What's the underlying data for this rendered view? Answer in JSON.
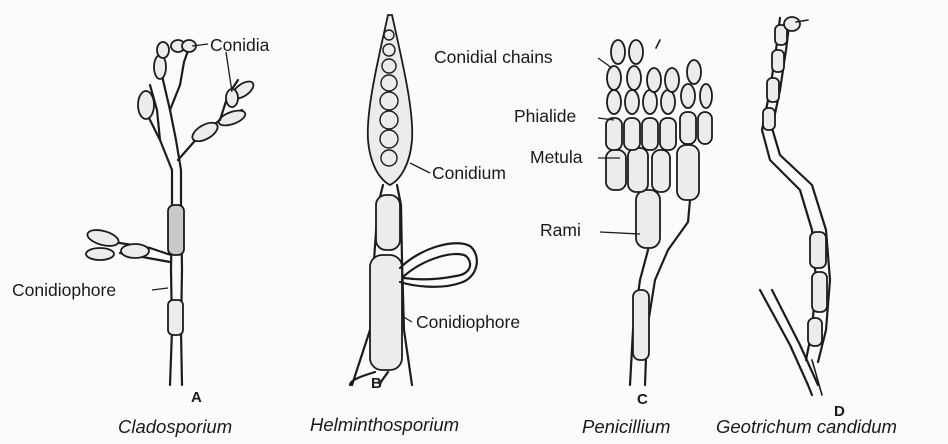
{
  "panels": [
    {
      "id": "A",
      "letter": "A",
      "caption": "Cladosporium",
      "labels": [
        {
          "key": "conidia",
          "text": "Conidia"
        },
        {
          "key": "conidiophore",
          "text": "Conidiophore"
        }
      ]
    },
    {
      "id": "B",
      "letter": "B",
      "caption": "Helminthosporium",
      "labels": [
        {
          "key": "conidium",
          "text": "Conidium"
        },
        {
          "key": "conidiophore",
          "text": "Conidiophore"
        }
      ]
    },
    {
      "id": "C",
      "letter": "C",
      "caption": "Penicillium",
      "labels": [
        {
          "key": "conidial_chains",
          "text": "Conidial chains"
        },
        {
          "key": "phialide",
          "text": "Phialide"
        },
        {
          "key": "metula",
          "text": "Metula"
        },
        {
          "key": "rami",
          "text": "Rami"
        }
      ]
    },
    {
      "id": "D",
      "letter": "D",
      "caption": "Geotrichum candidum",
      "labels": []
    }
  ],
  "colors": {
    "ink": "#1c1c1c",
    "cell_fill": "#ececec",
    "shade": "#c9c9c9"
  }
}
